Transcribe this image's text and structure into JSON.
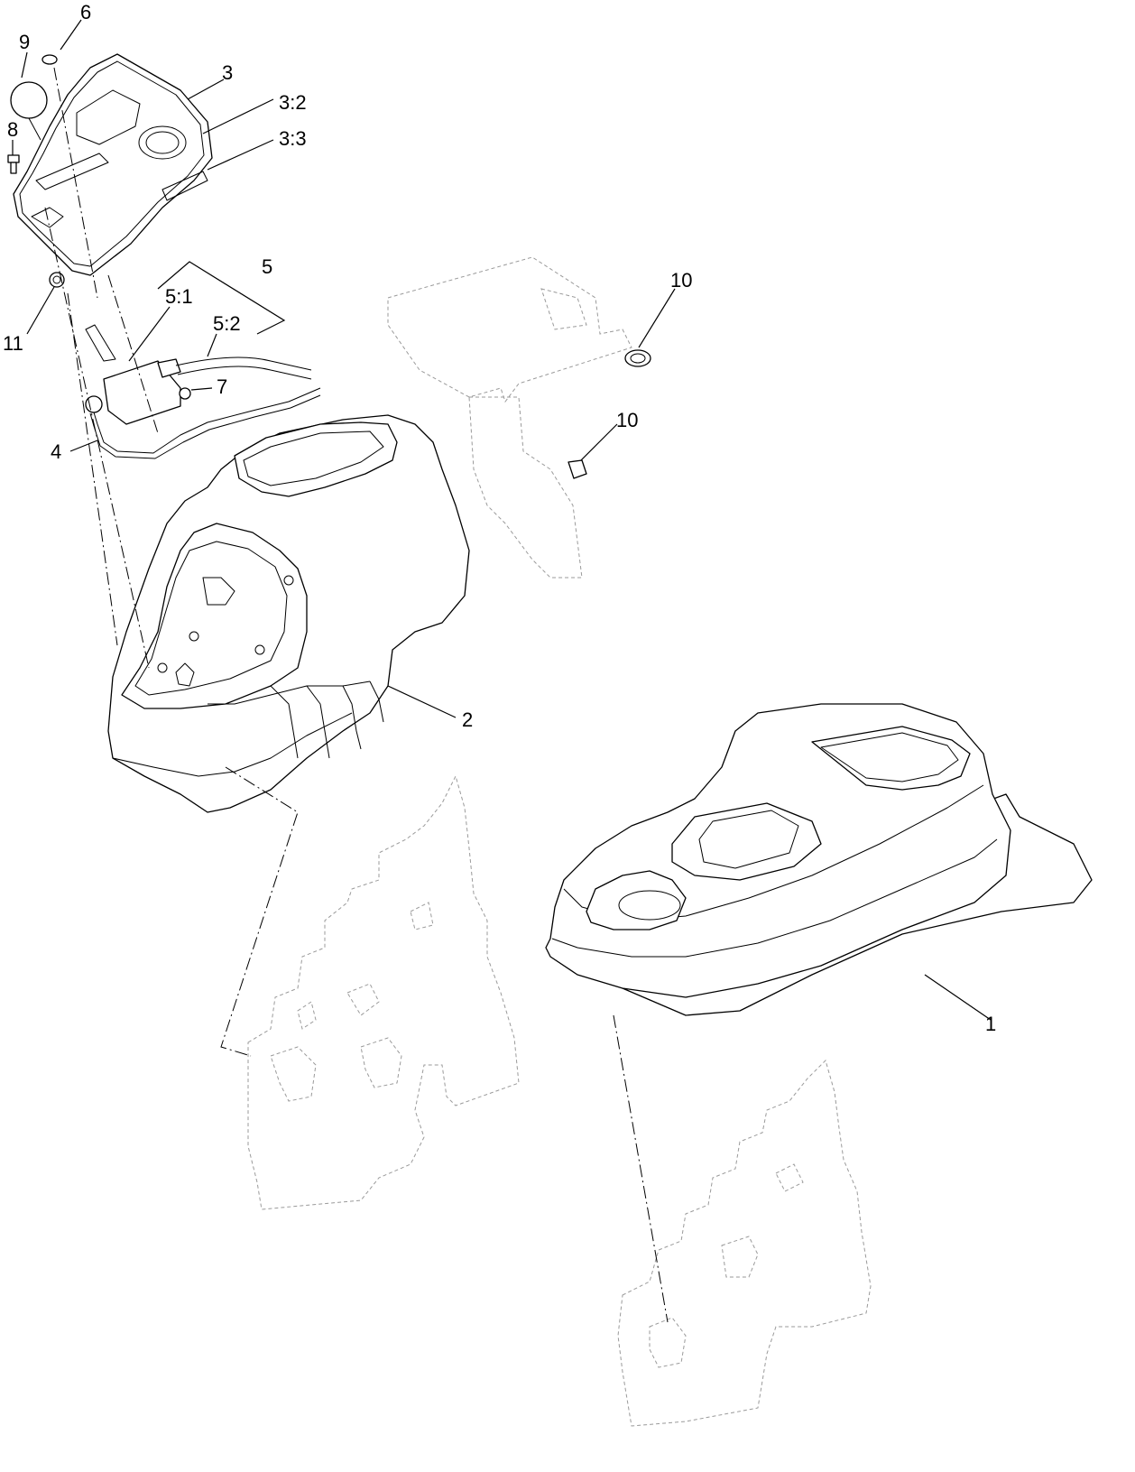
{
  "callouts": {
    "c1": "1",
    "c2": "2",
    "c3": "3",
    "c3_2": "3:2",
    "c3_3": "3:3",
    "c4": "4",
    "c5": "5",
    "c5_1": "5:1",
    "c5_2": "5:2",
    "c6": "6",
    "c7": "7",
    "c8": "8",
    "c9": "9",
    "c10a": "10",
    "c10b": "10",
    "c11": "11"
  }
}
